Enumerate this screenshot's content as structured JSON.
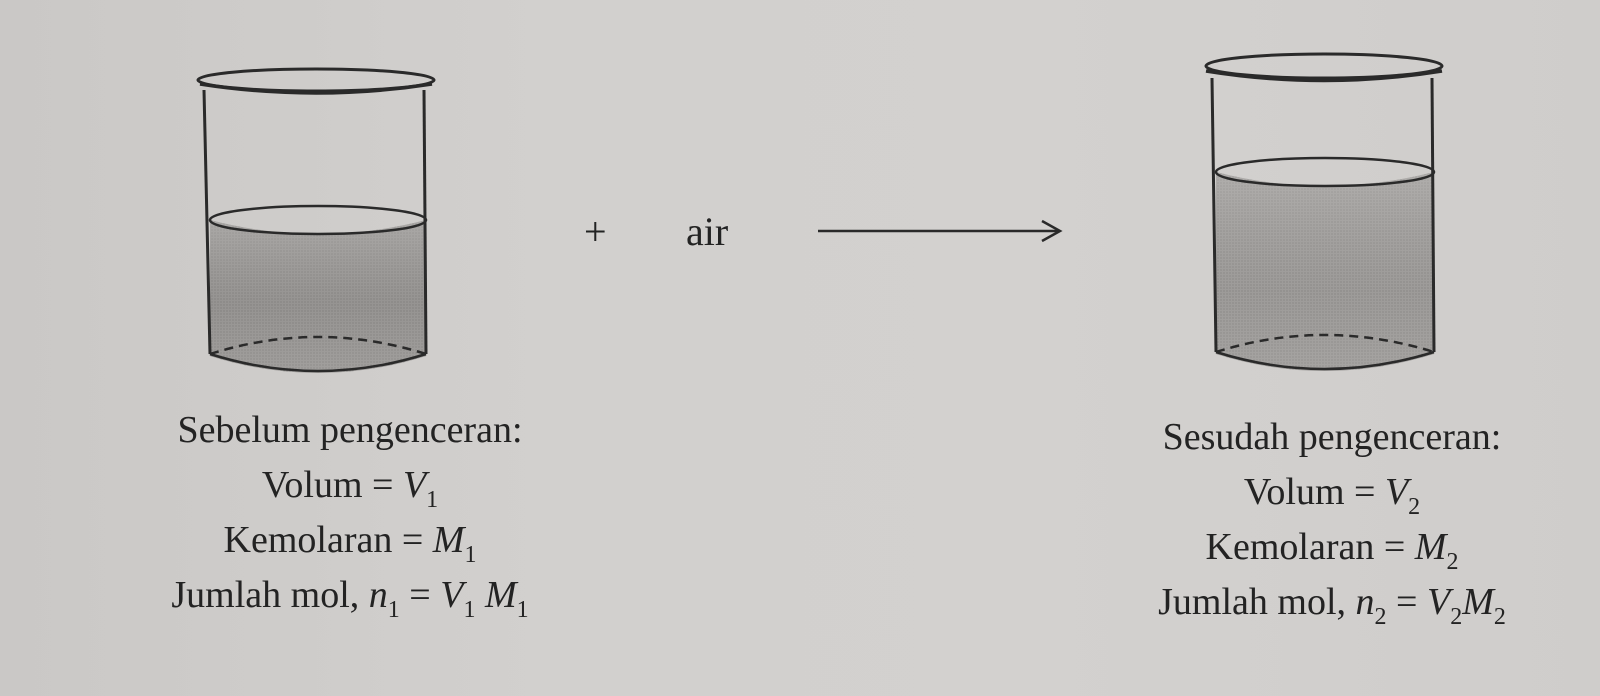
{
  "operator": {
    "plus": "+",
    "water": "air"
  },
  "before": {
    "heading": "Sebelum pengenceran:",
    "volume_label": "Volum =",
    "volume_symbol": "V",
    "volume_sub": "1",
    "molarity_label": "Kemolaran =",
    "molarity_symbol": "M",
    "molarity_sub": "1",
    "moles_label": "Jumlah mol,",
    "moles_symbol": "n",
    "moles_sub": "1",
    "moles_equals": "=",
    "moles_v": "V",
    "moles_v_sub": "1",
    "moles_m": "M",
    "moles_m_sub": "1"
  },
  "after": {
    "heading": "Sesudah pengenceran:",
    "volume_label": "Volum =",
    "volume_symbol": "V",
    "volume_sub": "2",
    "molarity_label": "Kemolaran =",
    "molarity_symbol": "M",
    "molarity_sub": "2",
    "moles_label": "Jumlah mol,",
    "moles_symbol": "n",
    "moles_sub": "2",
    "moles_equals": "=",
    "moles_v": "V",
    "moles_v_sub": "2",
    "moles_m": "M",
    "moles_m_sub": "2"
  }
}
